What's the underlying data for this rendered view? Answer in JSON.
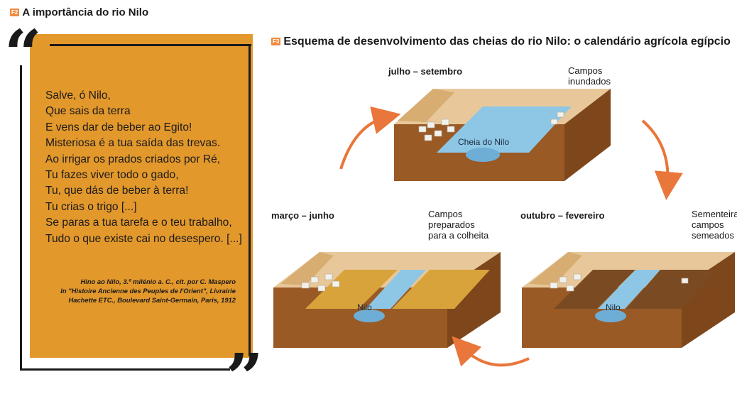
{
  "section1": {
    "tag": "F2",
    "title": "A importância do rio Nilo"
  },
  "section2": {
    "tag": "F3",
    "title": "Esquema de desenvolvimento das cheias do rio Nilo: o calendário agrícola egípcio"
  },
  "poem": {
    "lines": [
      "Salve, ó Nilo,",
      "Que sais da terra",
      "E vens dar de beber ao Egito!",
      "Misteriosa é a tua saída das trevas.",
      "Ao irrigar os prados criados por Ré,",
      "Tu fazes viver todo o gado,",
      "Tu, que dás de beber à terra!",
      "Tu crias o trigo [...]",
      "Se paras a tua tarefa e o teu trabalho,",
      "Tudo o que existe cai no desespero. [...]"
    ],
    "citation": [
      "Hino ao Nilo, 3.º milénio a. C., cit. por C. Maspero",
      "In \"Histoire Ancienne des Peuples de l'Orient\", Livrairie",
      "Hachette ETC., Boulevard Saint-Germain, Paris, 1912"
    ],
    "quote_open": "“",
    "quote_close": "”"
  },
  "diagram": {
    "stage_top": {
      "period": "julho – setembro",
      "note": [
        "Campos",
        "inundados"
      ],
      "river": "Cheia do Nilo"
    },
    "stage_left": {
      "period": "março – junho",
      "note": [
        "Campos",
        "preparados",
        "para a colheita"
      ],
      "river": "Nilo"
    },
    "stage_right": {
      "period": "outubro – fevereiro",
      "note": [
        "Sementeira",
        "campos",
        "semeados"
      ],
      "river": "Nilo"
    }
  },
  "colors": {
    "accent": "#f08a3c",
    "panel": "#e3982c",
    "soil": "#9a5a26",
    "water": "#8ec7e6",
    "field_gold": "#d9a33c",
    "field_brown": "#7a4a22"
  }
}
